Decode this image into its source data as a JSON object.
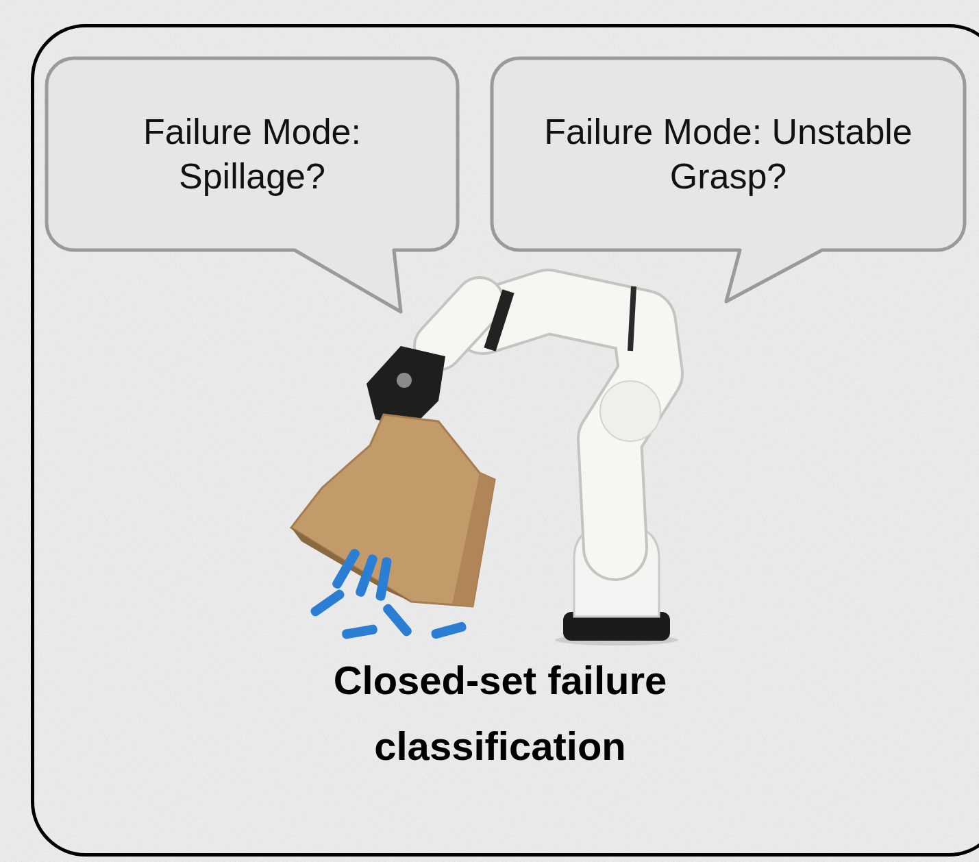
{
  "diagram": {
    "nodes": [
      {
        "text": [
          "Closed-set failure classification"
        ]
      },
      {
        "text": [
          "Failure Mode: Spillage?"
        ],
        "in": 0
      },
      {
        "text": [
          "Failure Mode: Unstable Grasp?"
        ],
        "in": 0
      }
    ]
  }
}
